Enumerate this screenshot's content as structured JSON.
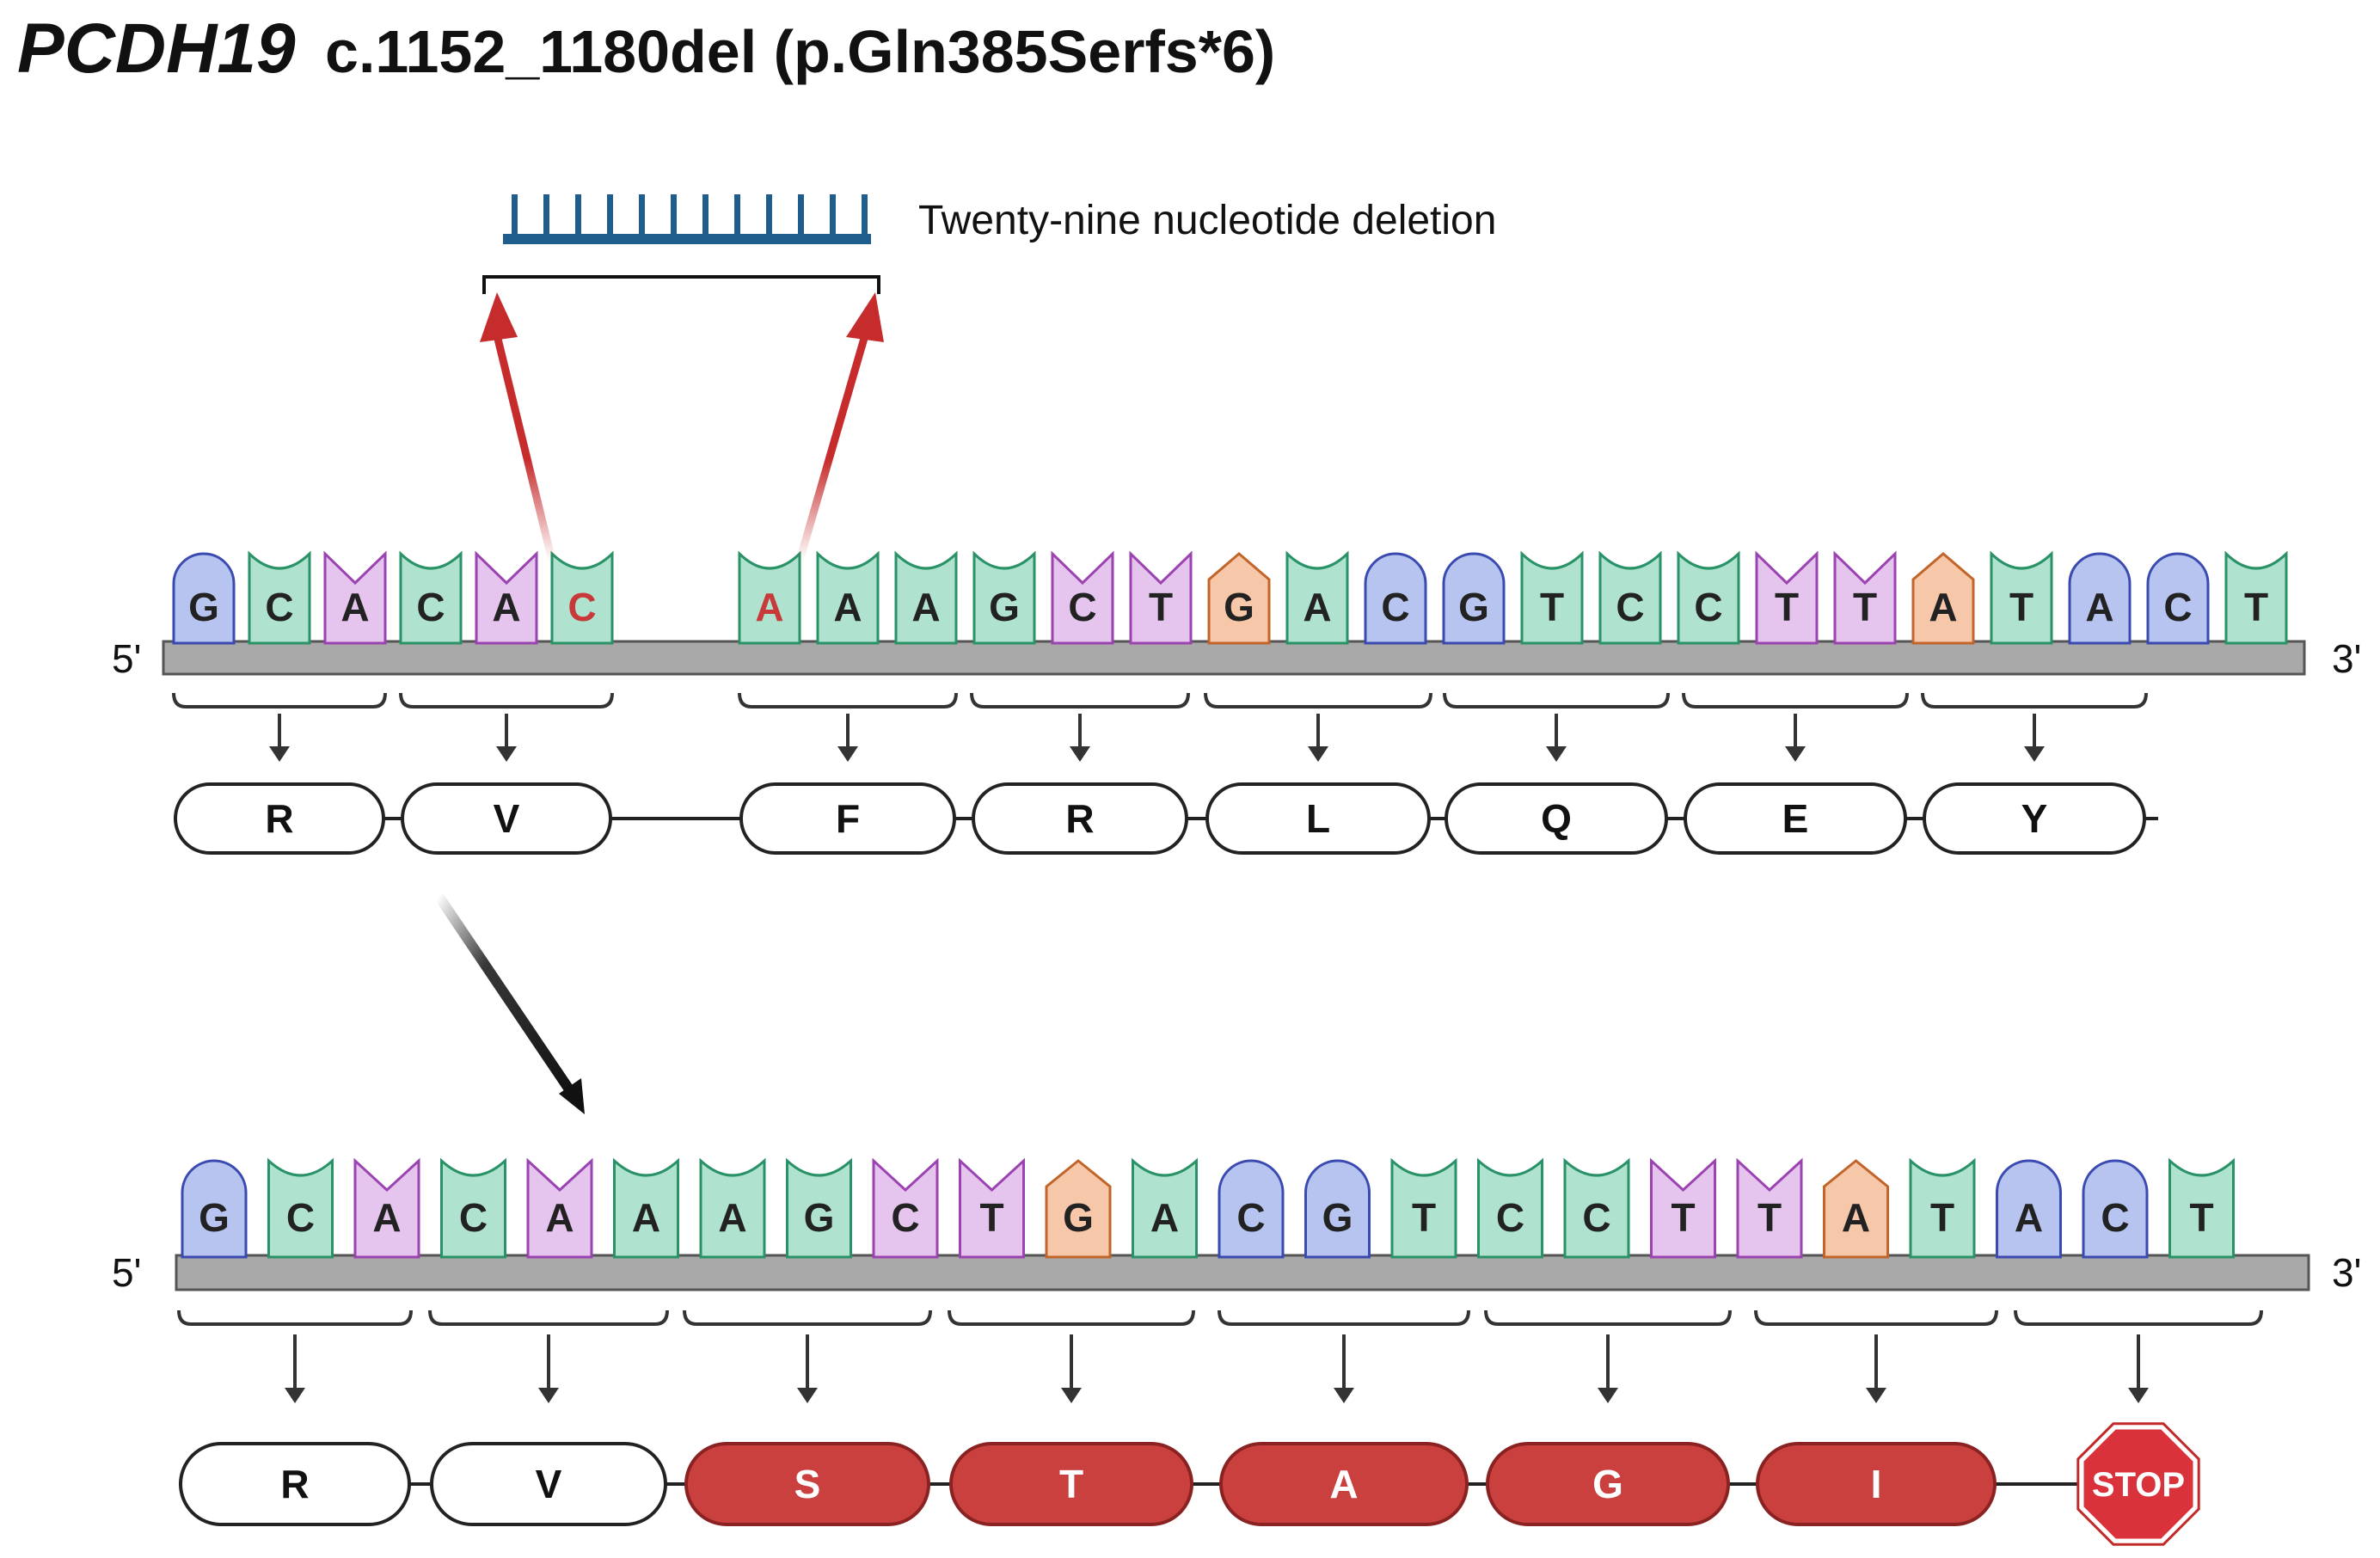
{
  "title": {
    "gene": "PCDH19",
    "variant": "c.1152_1180del (p.Gln385Serfs*6)"
  },
  "deletion_label": "Twenty-nine nucleotide deletion",
  "colors": {
    "A": {
      "fill": "#e5c4ee",
      "stroke": "#9b43b0"
    },
    "C": {
      "fill": "#afe3cf",
      "stroke": "#2a9267"
    },
    "G": {
      "fill": "#b6c4ef",
      "stroke": "#3b4ab0"
    },
    "T": {
      "fill": "#afe3cf",
      "stroke": "#2a9267"
    },
    "mutant_highlight": "#c8393a",
    "deletion_bar": "#1f5d8c",
    "arrow_red": "#c62c2c",
    "mutant_aa_fill": "#c9403f",
    "stop_fill": "#d9323a",
    "backbone": "#a9a9a9"
  },
  "reference": {
    "end5": "5'",
    "end3": "3'",
    "nucleotides": [
      {
        "base": "G",
        "shape": "G"
      },
      {
        "base": "C",
        "shape": "C"
      },
      {
        "base": "A",
        "shape": "A"
      },
      {
        "base": "C",
        "shape": "C"
      },
      {
        "base": "A",
        "shape": "A"
      },
      {
        "base": "C",
        "shape": "C",
        "highlight": true
      },
      {
        "base": "A",
        "shape": "C",
        "highlight": true
      },
      {
        "base": "A",
        "shape": "C"
      },
      {
        "base": "A",
        "shape": "C"
      },
      {
        "base": "G",
        "shape": "C"
      },
      {
        "base": "C",
        "shape": "A"
      },
      {
        "base": "T",
        "shape": "A"
      },
      {
        "base": "G",
        "shape": "orange"
      },
      {
        "base": "A",
        "shape": "C"
      },
      {
        "base": "C",
        "shape": "G"
      },
      {
        "base": "G",
        "shape": "G"
      },
      {
        "base": "T",
        "shape": "C"
      },
      {
        "base": "C",
        "shape": "C"
      },
      {
        "base": "C",
        "shape": "C"
      },
      {
        "base": "T",
        "shape": "A"
      },
      {
        "base": "T",
        "shape": "A"
      },
      {
        "base": "A",
        "shape": "orange"
      },
      {
        "base": "T",
        "shape": "C"
      },
      {
        "base": "A",
        "shape": "G"
      },
      {
        "base": "C",
        "shape": "G"
      },
      {
        "base": "T",
        "shape": "C"
      }
    ],
    "amino_acids": [
      "R",
      "V",
      "F",
      "R",
      "L",
      "Q",
      "E",
      "Y"
    ]
  },
  "mutant": {
    "end5": "5'",
    "end3": "3'",
    "nucleotides": [
      {
        "base": "G",
        "shape": "G"
      },
      {
        "base": "C",
        "shape": "C"
      },
      {
        "base": "A",
        "shape": "A"
      },
      {
        "base": "C",
        "shape": "C"
      },
      {
        "base": "A",
        "shape": "A"
      },
      {
        "base": "A",
        "shape": "C"
      },
      {
        "base": "A",
        "shape": "C"
      },
      {
        "base": "G",
        "shape": "C"
      },
      {
        "base": "C",
        "shape": "A"
      },
      {
        "base": "T",
        "shape": "A"
      },
      {
        "base": "G",
        "shape": "orange"
      },
      {
        "base": "A",
        "shape": "C"
      },
      {
        "base": "C",
        "shape": "G"
      },
      {
        "base": "G",
        "shape": "G"
      },
      {
        "base": "T",
        "shape": "C"
      },
      {
        "base": "C",
        "shape": "C"
      },
      {
        "base": "C",
        "shape": "C"
      },
      {
        "base": "T",
        "shape": "A"
      },
      {
        "base": "T",
        "shape": "A"
      },
      {
        "base": "A",
        "shape": "orange"
      },
      {
        "base": "T",
        "shape": "C"
      },
      {
        "base": "A",
        "shape": "G"
      },
      {
        "base": "C",
        "shape": "G"
      },
      {
        "base": "T",
        "shape": "C"
      }
    ],
    "amino_acids": [
      {
        "label": "R",
        "mutant": false
      },
      {
        "label": "V",
        "mutant": false
      },
      {
        "label": "S",
        "mutant": true
      },
      {
        "label": "T",
        "mutant": true
      },
      {
        "label": "A",
        "mutant": true
      },
      {
        "label": "G",
        "mutant": true
      },
      {
        "label": "I",
        "mutant": true
      }
    ],
    "stop_label": "STOP"
  }
}
